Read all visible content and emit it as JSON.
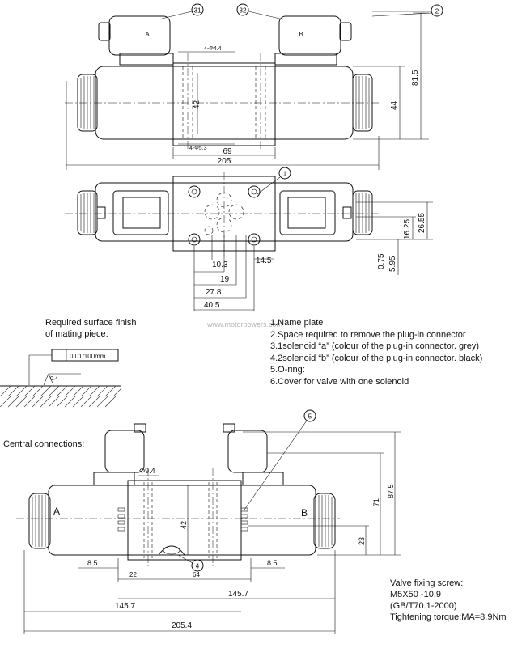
{
  "top_view": {
    "balloons": [
      "31",
      "32",
      "2"
    ],
    "solenoid_a": "A",
    "solenoid_b": "B",
    "dims": {
      "hole_top": "4-Φ4.4",
      "d42": "42",
      "hole_bottom": "4-Φ5.3",
      "d69": "69",
      "d205": "205",
      "d81_5": "81.5",
      "d44": "44"
    }
  },
  "side_view": {
    "balloon": "1",
    "dims": {
      "d26_55": "26.55",
      "d16_25": "16.25",
      "d0_75": "0.75",
      "d5_95": "5.95",
      "d10_3": "10.3",
      "d14_5": "14.5",
      "d19": "19",
      "d27_8": "27.8",
      "d40_5": "40.5"
    }
  },
  "surface": {
    "title_line1": "Required surface finish",
    "title_line2": "of mating piece:",
    "flatness": "0.01/100mm",
    "roughness": "0.4"
  },
  "watermark": "www.motorpowers.com",
  "notes": [
    "1.Name plate",
    "2.Space required to remove the plug-in connector",
    "3.1solenoid “a”  (colour of the plug-in connector. grey)",
    "4.2solenoid “b”  (colour of the plug-in connector. black)",
    "5.O-ring:",
    "6.Cover for valve with one solenoid"
  ],
  "central": {
    "title": "Central connections:",
    "label_a": "A",
    "label_b": "B",
    "balloon_5": "5",
    "balloon_4": "4",
    "dims": {
      "d9_4": "Φ9.4",
      "d42": "42",
      "d87_5": "87.5",
      "d71": "71",
      "d23": "23",
      "d8_5_left": "8.5",
      "d8_5_right": "8.5",
      "d22": "22",
      "d64": "64",
      "d145_7_right": "145.7",
      "d145_7_left": "145.7",
      "d205_4": "205.4"
    }
  },
  "screw": {
    "title": "Valve fixing screw:",
    "spec": "M5X50 -10.9",
    "standard": "(GB/T70.1-2000)",
    "torque": "Tightening torque:MA=8.9Nm"
  }
}
